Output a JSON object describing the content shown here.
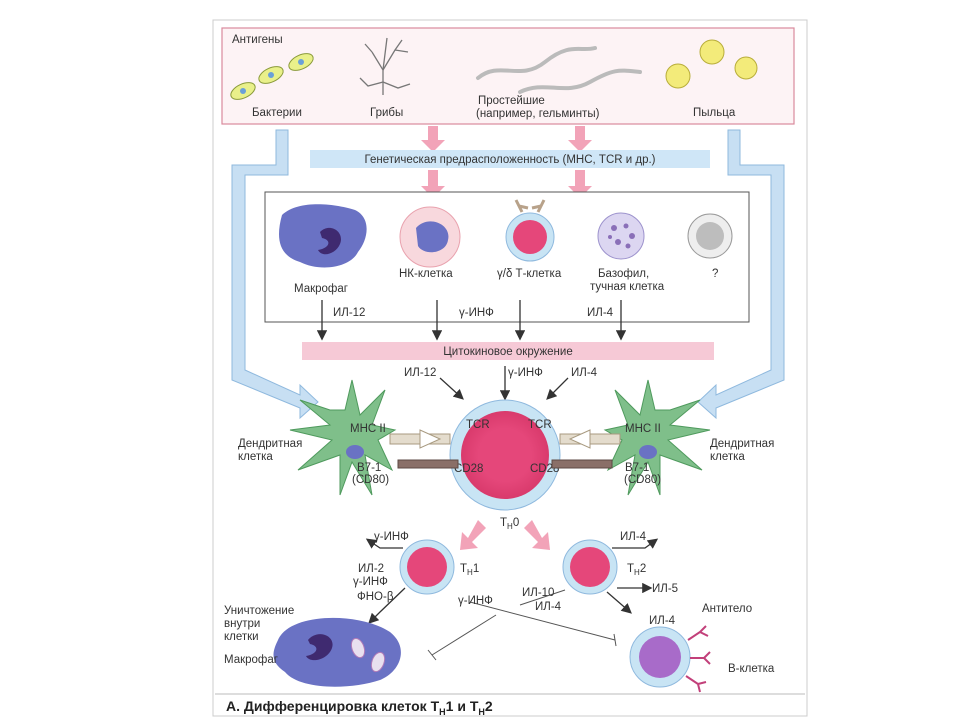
{
  "antigens": {
    "title": "Антигены",
    "bacteria": "Бактерии",
    "fungi": "Грибы",
    "protozoa_1": "Простейшие",
    "protozoa_2": "(например, гельминты)",
    "pollen": "Пыльца"
  },
  "genetic_band": "Генетическая предрасположенность (МНС, TCR и др.)",
  "cells": {
    "macrophage": "Макрофаг",
    "nk": "НК-клетка",
    "gd_t": "γ/δ Т-клетка",
    "basophil_1": "Базофил,",
    "basophil_2": "тучная клетка",
    "unknown": "?"
  },
  "cytokines": {
    "il12": "ИЛ-12",
    "ifn": "γ-ИНФ",
    "il4": "ИЛ-4",
    "il2": "ИЛ-2",
    "tnf": "ФНО-β",
    "il10": "ИЛ-10",
    "il5": "ИЛ-5"
  },
  "cytokine_band": "Цитокиновое окружение",
  "synapse": {
    "tcr": "TCR",
    "mhc": "МНС II",
    "cd28": "CD28",
    "b71": "B7-1",
    "cd80": "(CD80)",
    "dendritic_1": "Дендритная",
    "dendritic_2": "клетка",
    "th0": "T",
    "th0_sub": "H",
    "th0_num": "0"
  },
  "effectors": {
    "th1": "T",
    "th1_sub": "H",
    "th1_num": "1",
    "th2": "T",
    "th2_sub": "H",
    "th2_num": "2",
    "kill_1": "Уничтожение",
    "kill_2": "внутри",
    "kill_3": "клетки",
    "macrophage": "Макрофаг",
    "antibody": "Антитело",
    "bcell": "В-клетка"
  },
  "caption": {
    "main": "А. Дифференцировка клеток T",
    "sub1": "H",
    "mid": "1 и T",
    "sub2": "H",
    "end": "2"
  },
  "colors": {
    "pink_arrow": "#f2a3b8",
    "blue_arrow": "#a9cdeb",
    "cell_pink": "#e5477a",
    "cell_ring": "#c8e4f4",
    "dendritic": "#7fbf8a",
    "macrophage": "#6a72c4",
    "band_blue": "#cfe6f7",
    "band_pink": "#f6c9d6"
  }
}
